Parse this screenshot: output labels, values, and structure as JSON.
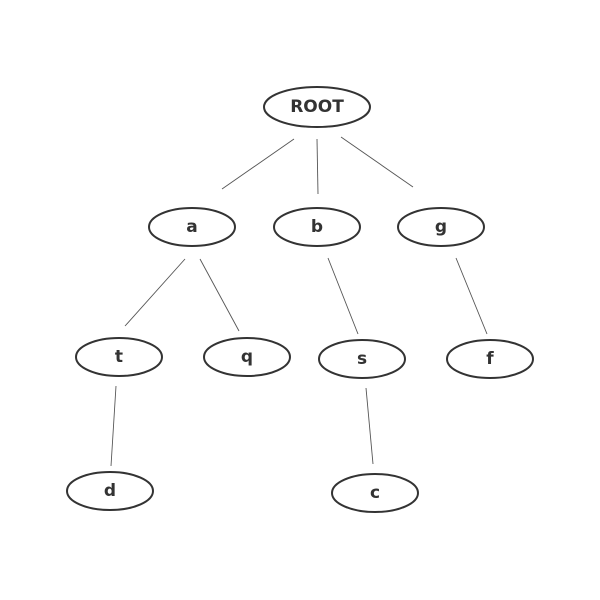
{
  "tree": {
    "nodes": [
      {
        "id": "root",
        "label": "ROOT"
      },
      {
        "id": "a",
        "label": "a"
      },
      {
        "id": "b",
        "label": "b"
      },
      {
        "id": "g",
        "label": "g"
      },
      {
        "id": "t",
        "label": "t"
      },
      {
        "id": "q",
        "label": "q"
      },
      {
        "id": "s",
        "label": "s"
      },
      {
        "id": "f",
        "label": "f"
      },
      {
        "id": "d",
        "label": "d"
      },
      {
        "id": "c",
        "label": "c"
      }
    ],
    "edges": [
      {
        "from": "root",
        "to": "a"
      },
      {
        "from": "root",
        "to": "b"
      },
      {
        "from": "root",
        "to": "g"
      },
      {
        "from": "a",
        "to": "t"
      },
      {
        "from": "a",
        "to": "q"
      },
      {
        "from": "b",
        "to": "s"
      },
      {
        "from": "g",
        "to": "f"
      },
      {
        "from": "t",
        "to": "d"
      },
      {
        "from": "s",
        "to": "c"
      }
    ]
  }
}
